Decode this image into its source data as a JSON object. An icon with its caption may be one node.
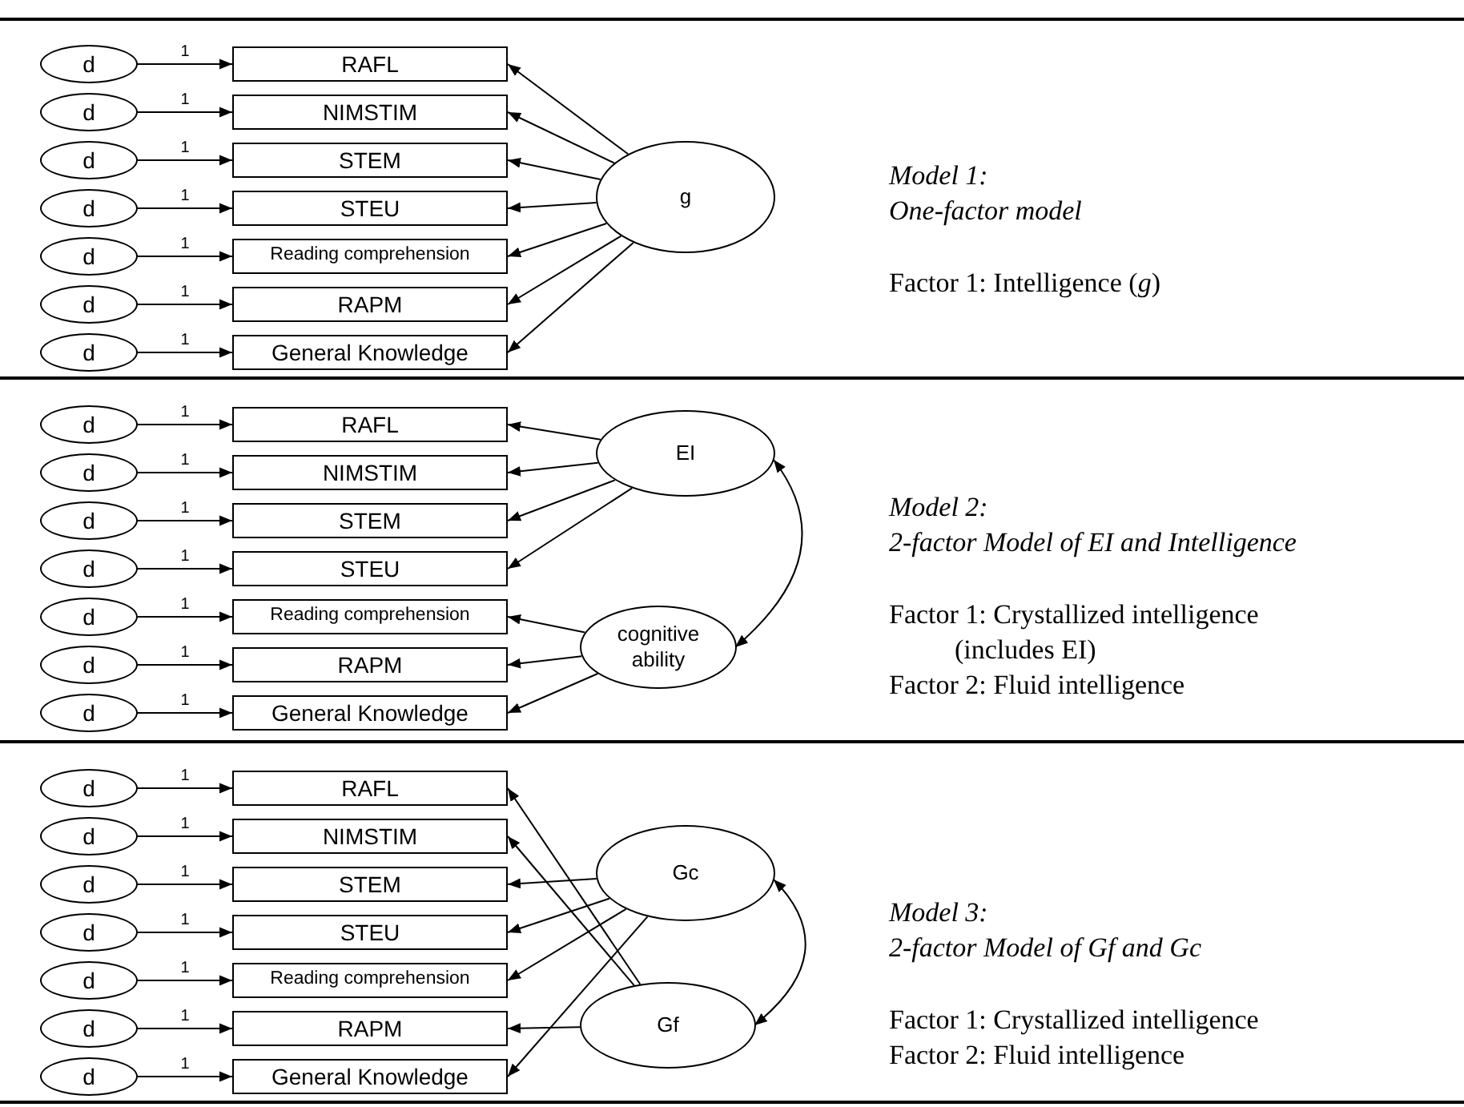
{
  "diagram": {
    "nodes": [
      {
        "text": [
          "d"
        ]
      },
      {
        "text": [
          "d"
        ]
      },
      {
        "text": [
          "d"
        ]
      },
      {
        "text": [
          "d"
        ]
      },
      {
        "text": [
          "d"
        ]
      },
      {
        "text": [
          "d"
        ]
      },
      {
        "text": [
          "d"
        ]
      },
      {
        "text": [
          "RAFL"
        ]
      },
      {
        "text": [
          "NIMSTIM"
        ]
      },
      {
        "text": [
          "STEM"
        ]
      },
      {
        "text": [
          "STEU"
        ]
      },
      {
        "text": [
          "Reading comprehension"
        ]
      },
      {
        "text": [
          "RAPM"
        ]
      },
      {
        "text": [
          "General Knowledge"
        ]
      },
      {
        "text": [
          "g"
        ]
      },
      {
        "text": [
          "d"
        ]
      },
      {
        "text": [
          "d"
        ]
      },
      {
        "text": [
          "d"
        ]
      },
      {
        "text": [
          "d"
        ]
      },
      {
        "text": [
          "d"
        ]
      },
      {
        "text": [
          "d"
        ]
      },
      {
        "text": [
          "d"
        ]
      },
      {
        "text": [
          "RAFL"
        ]
      },
      {
        "text": [
          "NIMSTIM"
        ]
      },
      {
        "text": [
          "STEM"
        ]
      },
      {
        "text": [
          "STEU"
        ]
      },
      {
        "text": [
          "Reading comprehension"
        ]
      },
      {
        "text": [
          "RAPM"
        ]
      },
      {
        "text": [
          "General Knowledge"
        ]
      },
      {
        "text": [
          "EI"
        ]
      },
      {
        "text": [
          "cognitive ability"
        ]
      },
      {
        "text": [
          "d"
        ]
      },
      {
        "text": [
          "d"
        ]
      },
      {
        "text": [
          "d"
        ]
      },
      {
        "text": [
          "d"
        ]
      },
      {
        "text": [
          "d"
        ]
      },
      {
        "text": [
          "d"
        ]
      },
      {
        "text": [
          "d"
        ]
      },
      {
        "text": [
          "RAFL"
        ]
      },
      {
        "text": [
          "NIMSTIM"
        ]
      },
      {
        "text": [
          "STEM"
        ]
      },
      {
        "text": [
          "STEU"
        ]
      },
      {
        "text": [
          "Reading comprehension"
        ]
      },
      {
        "text": [
          "RAPM"
        ]
      },
      {
        "text": [
          "General Knowledge"
        ]
      },
      {
        "text": [
          "Gc"
        ]
      },
      {
        "text": [
          "Gf"
        ]
      }
    ],
    "edges": [
      {
        "from": 0,
        "to": 7,
        "arrow": "to",
        "label": "1"
      },
      {
        "from": 1,
        "to": 8,
        "arrow": "to",
        "label": "1"
      },
      {
        "from": 2,
        "to": 9,
        "arrow": "to",
        "label": "1"
      },
      {
        "from": 3,
        "to": 10,
        "arrow": "to",
        "label": "1"
      },
      {
        "from": 4,
        "to": 11,
        "arrow": "to",
        "label": "1"
      },
      {
        "from": 5,
        "to": 12,
        "arrow": "to",
        "label": "1"
      },
      {
        "from": 6,
        "to": 13,
        "arrow": "to",
        "label": "1"
      },
      {
        "from": 14,
        "to": 7,
        "arrow": "to"
      },
      {
        "from": 14,
        "to": 8,
        "arrow": "to"
      },
      {
        "from": 14,
        "to": 9,
        "arrow": "to"
      },
      {
        "from": 14,
        "to": 10,
        "arrow": "to"
      },
      {
        "from": 14,
        "to": 11,
        "arrow": "to"
      },
      {
        "from": 14,
        "to": 12,
        "arrow": "to"
      },
      {
        "from": 14,
        "to": 13,
        "arrow": "to"
      },
      {
        "from": 15,
        "to": 22,
        "arrow": "to",
        "label": "1"
      },
      {
        "from": 16,
        "to": 23,
        "arrow": "to",
        "label": "1"
      },
      {
        "from": 17,
        "to": 24,
        "arrow": "to",
        "label": "1"
      },
      {
        "from": 18,
        "to": 25,
        "arrow": "to",
        "label": "1"
      },
      {
        "from": 19,
        "to": 26,
        "arrow": "to",
        "label": "1"
      },
      {
        "from": 20,
        "to": 27,
        "arrow": "to",
        "label": "1"
      },
      {
        "from": 21,
        "to": 28,
        "arrow": "to",
        "label": "1"
      },
      {
        "from": 29,
        "to": 22,
        "arrow": "to"
      },
      {
        "from": 29,
        "to": 23,
        "arrow": "to"
      },
      {
        "from": 29,
        "to": 24,
        "arrow": "to"
      },
      {
        "from": 29,
        "to": 25,
        "arrow": "to"
      },
      {
        "from": 30,
        "to": 26,
        "arrow": "to"
      },
      {
        "from": 30,
        "to": 27,
        "arrow": "to"
      },
      {
        "from": 30,
        "to": 28,
        "arrow": "to"
      },
      {
        "from": 29,
        "to": 30,
        "arrow": "both"
      },
      {
        "from": 31,
        "to": 38,
        "arrow": "to",
        "label": "1"
      },
      {
        "from": 32,
        "to": 39,
        "arrow": "to",
        "label": "1"
      },
      {
        "from": 33,
        "to": 40,
        "arrow": "to",
        "label": "1"
      },
      {
        "from": 34,
        "to": 41,
        "arrow": "to",
        "label": "1"
      },
      {
        "from": 35,
        "to": 42,
        "arrow": "to",
        "label": "1"
      },
      {
        "from": 36,
        "to": 43,
        "arrow": "to",
        "label": "1"
      },
      {
        "from": 37,
        "to": 44,
        "arrow": "to",
        "label": "1"
      },
      {
        "from": 46,
        "to": 38,
        "arrow": "to"
      },
      {
        "from": 46,
        "to": 39,
        "arrow": "to"
      },
      {
        "from": 45,
        "to": 40,
        "arrow": "to"
      },
      {
        "from": 45,
        "to": 41,
        "arrow": "to"
      },
      {
        "from": 45,
        "to": 42,
        "arrow": "to"
      },
      {
        "from": 45,
        "to": 44,
        "arrow": "to"
      },
      {
        "from": 46,
        "to": 43,
        "arrow": "to"
      },
      {
        "from": 45,
        "to": 46,
        "arrow": "both"
      }
    ],
    "labels": [
      "Model 1:",
      "One-factor model",
      "Factor 1: Intelligence (*g*)",
      "Model 2:",
      "2-factor Model of EI and Intelligence",
      "Factor 1: Crystallized intelligence",
      "(includes EI)",
      "Factor 2: Fluid intelligence",
      "Model 3:",
      "2-factor Model of Gf and Gc",
      "Factor 1: Crystallized intelligence",
      "Factor 2: Fluid intelligence"
    ]
  }
}
